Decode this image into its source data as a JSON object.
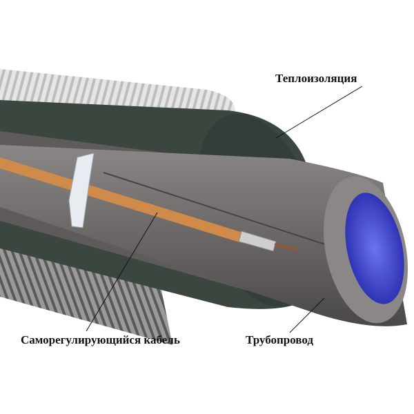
{
  "labels": {
    "insulation": "Теплоизоляция",
    "cable": "Саморегулирующийся кабель",
    "pipe": "Трубопровод"
  },
  "colors": {
    "insulation": "#3b463f",
    "pipe": "#6d6a69",
    "cable": "#d08a4a",
    "pipe_inner": "#3a3fd0",
    "cover": "#d9d9d9"
  }
}
